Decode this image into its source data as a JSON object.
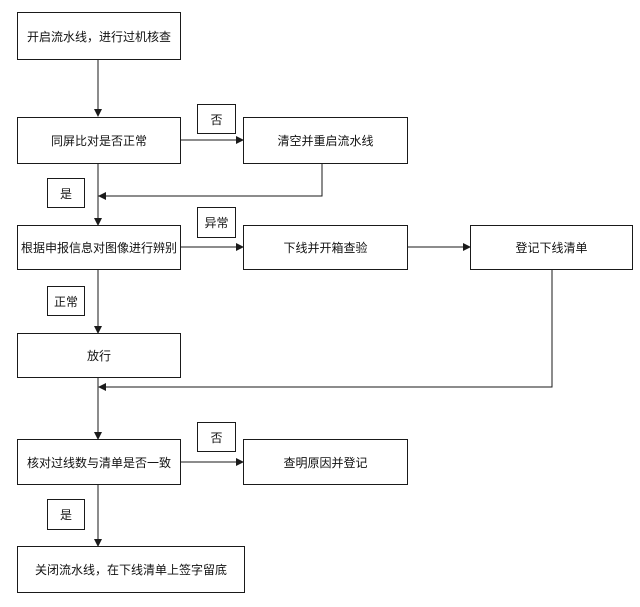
{
  "flowchart": {
    "nodes": {
      "start": "开启流水线，进行过机核查",
      "compare": "同屏比对是否正常",
      "clear": "清空并重启流水线",
      "identify": "根据申报信息对图像进行辨别",
      "unload": "下线并开箱查验",
      "register_list": "登记下线清单",
      "release": "放行",
      "check_count": "核对过线数与清单是否一致",
      "find_reason": "查明原因并登记",
      "close": "关闭流水线，在下线清单上签字留底"
    },
    "labels": {
      "compare_no": "否",
      "compare_yes": "是",
      "identify_abnormal": "异常",
      "identify_normal": "正常",
      "check_no": "否",
      "check_yes": "是"
    }
  }
}
